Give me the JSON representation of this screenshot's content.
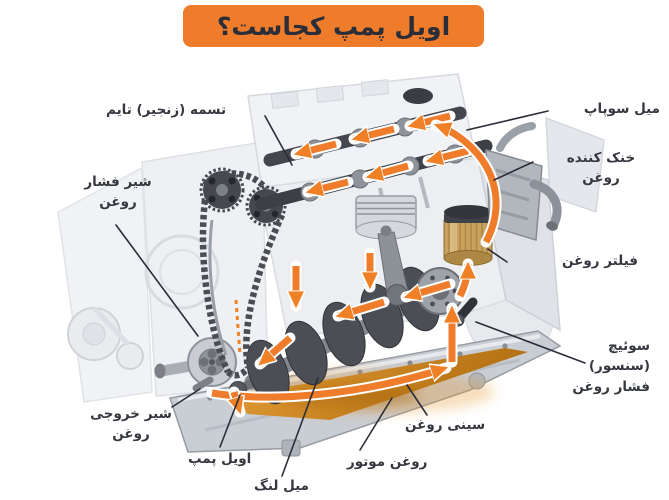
{
  "title": "اویل پمپ کجاست؟",
  "labels": {
    "timing_belt": "تسمه (زنجیر) تایم",
    "camshaft": "میل سوپاپ",
    "oil_cooler": "خنک کننده\nروغن",
    "pressure_valve": "شیر فشار\nروغن",
    "oil_filter": "فیلتر روغن",
    "pressure_switch": "سوئیچ\n(سنسور)\nفشار روغن",
    "outlet_valve": "شیر خروجی\nروغن",
    "oil_pump": "اویل پمپ",
    "crankshaft": "میل لنگ",
    "engine_oil": "روغن موتور",
    "oil_pan": "سینی روغن"
  },
  "colors": {
    "background": "#ffffff",
    "accent_orange": "#ee7c2b",
    "title_text": "#2b2e38",
    "label_text": "#35383f",
    "leader_line": "#2b2e38",
    "oil_pool": "#cf7d1c",
    "engine_light": "#e9ebef",
    "engine_mid": "#c3c7cd",
    "engine_dark": "#4e5157",
    "filter_tan": "#c9a25e"
  }
}
